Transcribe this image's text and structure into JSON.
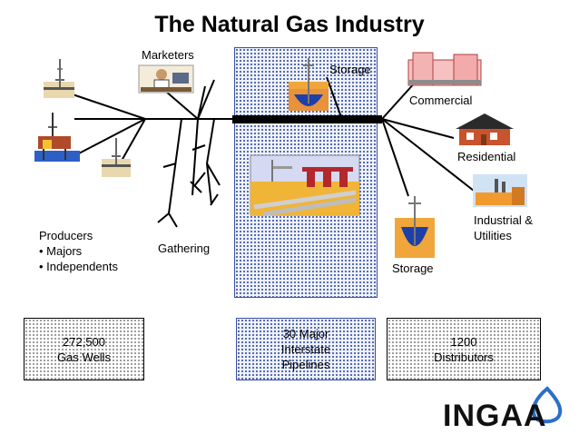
{
  "title": "The Natural Gas Industry",
  "labels": {
    "marketers": "Marketers",
    "storage_top": "Storage",
    "commercial": "Commercial",
    "residential": "Residential",
    "industrial_line1": "Industrial &",
    "industrial_line2": "Utilities",
    "storage_right": "Storage",
    "gathering": "Gathering",
    "producers": "Producers",
    "producers_items": [
      "• Majors",
      "• Independents"
    ]
  },
  "boxes": {
    "wells": [
      "272,500",
      "Gas Wells"
    ],
    "pipelines": [
      "30 Major",
      "Interstate",
      "Pipelines"
    ],
    "distributors": [
      "1200",
      "Distributors"
    ]
  },
  "logo": "INGAA",
  "colors": {
    "pipeline": "#000000",
    "pipeline_zone": "#3a4fa0",
    "flame": "#2a6fc9"
  }
}
